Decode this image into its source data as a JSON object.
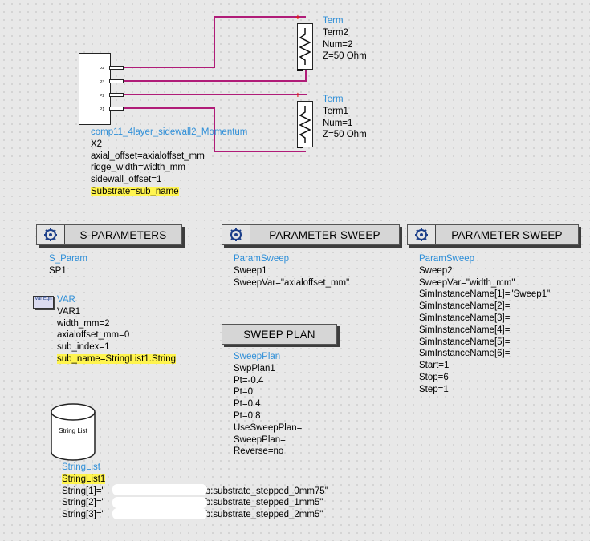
{
  "component": {
    "name": "comp11_4layer_sidewall2_Momentum",
    "instance": "X2",
    "params": [
      "axial_offset=axialoffset_mm",
      "ridge_width=width_mm",
      "sidewall_offset=1"
    ],
    "highlighted_param": "Substrate=sub_name",
    "pins": [
      "P4",
      "P3",
      "P2",
      "P1"
    ]
  },
  "terms": [
    {
      "type": "Term",
      "name": "Term2",
      "num": "Num=2",
      "z": "Z=50 Ohm"
    },
    {
      "type": "Term",
      "name": "Term1",
      "num": "Num=1",
      "z": "Z=50 Ohm"
    }
  ],
  "sparams": {
    "header": "S-PARAMETERS",
    "type": "S_Param",
    "name": "SP1"
  },
  "sweep1": {
    "header": "PARAMETER SWEEP",
    "type": "ParamSweep",
    "name": "Sweep1",
    "lines": [
      "SweepVar=\"axialoffset_mm\""
    ]
  },
  "sweep2": {
    "header": "PARAMETER SWEEP",
    "type": "ParamSweep",
    "name": "Sweep2",
    "lines": [
      "SweepVar=\"width_mm\"",
      "SimInstanceName[1]=\"Sweep1\"",
      "SimInstanceName[2]=",
      "SimInstanceName[3]=",
      "SimInstanceName[4]=",
      "SimInstanceName[5]=",
      "SimInstanceName[6]=",
      "Start=1",
      "Stop=6",
      "Step=1"
    ]
  },
  "var": {
    "icon": "Var Eqn",
    "type": "VAR",
    "name": "VAR1",
    "lines": [
      "width_mm=2",
      "axialoffset_mm=0",
      "sub_index=1"
    ],
    "highlighted": "sub_name=StringList1.String"
  },
  "sweepplan": {
    "header": "SWEEP PLAN",
    "type": "SweepPlan",
    "name": "SwpPlan1",
    "lines": [
      "Pt=-0.4",
      "Pt=0",
      "Pt=0.4",
      "Pt=0.8",
      "UseSweepPlan=",
      "SweepPlan=",
      "Reverse=no"
    ]
  },
  "stringlist": {
    "icon": "String List",
    "type": "StringList",
    "name": "StringList1",
    "lines": [
      "String[1]=\"",
      "lib:substrate_stepped_0mm75\"",
      "String[2]=\"",
      "lib:substrate_stepped_1mm5\"",
      "String[3]=\"",
      "lib:substrate_stepped_2mm5\""
    ]
  },
  "colors": {
    "wire": "#b01c78",
    "label_blue": "#2f8fd8",
    "highlight": "#fff44f"
  }
}
